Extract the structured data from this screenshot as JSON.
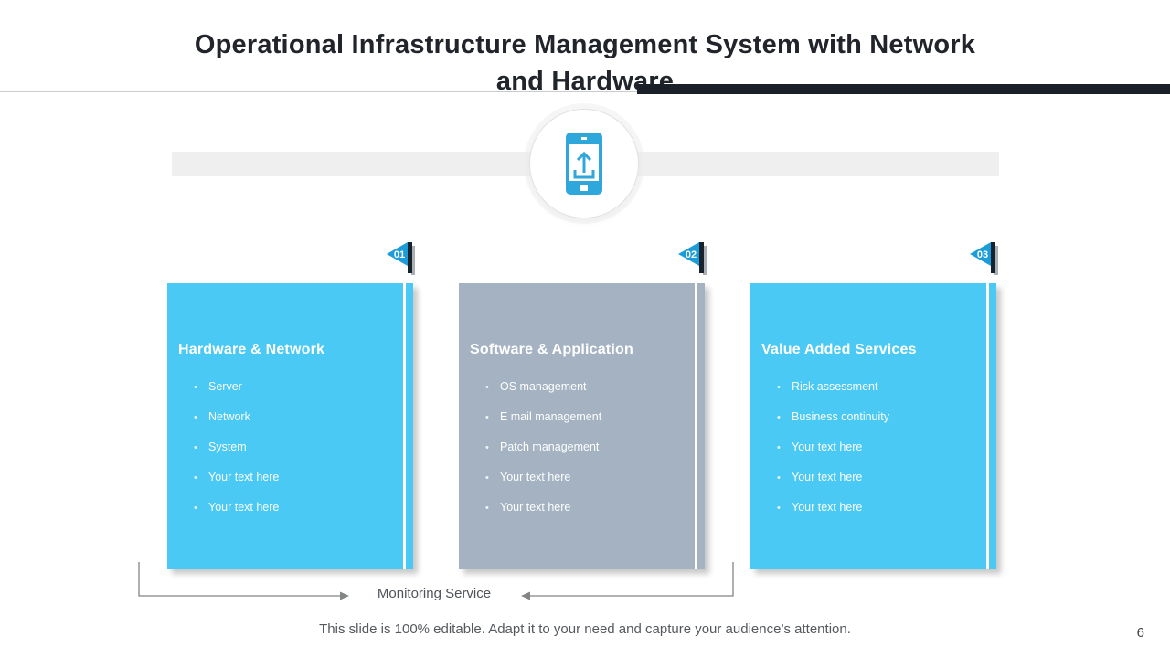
{
  "slide": {
    "title_line1": "Operational Infrastructure Management System with Network",
    "title_line2": "and Hardware",
    "footer_note": "This slide is 100% editable. Adapt it to your need and capture your audience’s attention.",
    "page_number": "6",
    "monitoring_label": "Monitoring Service"
  },
  "cards": [
    {
      "number": "01",
      "title": "Hardware & Network",
      "color": "#49C9F3",
      "items": [
        "Server",
        "Network",
        "System",
        "Your text here",
        "Your text here"
      ]
    },
    {
      "number": "02",
      "title": "Software & Application",
      "color": "#A4B2C1",
      "items": [
        "OS management",
        "E mail management",
        "Patch management",
        "Your text here",
        "Your text here"
      ]
    },
    {
      "number": "03",
      "title": "Value Added Services",
      "color": "#49C9F3",
      "items": [
        "Risk assessment",
        "Business continuity",
        "Your text here",
        "Your text here",
        "Your text here"
      ]
    }
  ],
  "colors": {
    "card_blue": "#49C9F3",
    "card_gray": "#A4B2C1",
    "flag_blue": "#1C9CD9",
    "flag_pole_dark": "#16222C",
    "flag_shadow_gray": "#ABB0B5",
    "accent_dark_bar": "#1A2027",
    "icon_blue": "#2FA7DB",
    "bracket_gray": "#828486"
  },
  "icons": {
    "center_icon": "phone-upload-icon",
    "flag_icons": [
      "flag-01-icon",
      "flag-02-icon",
      "flag-03-icon"
    ]
  }
}
